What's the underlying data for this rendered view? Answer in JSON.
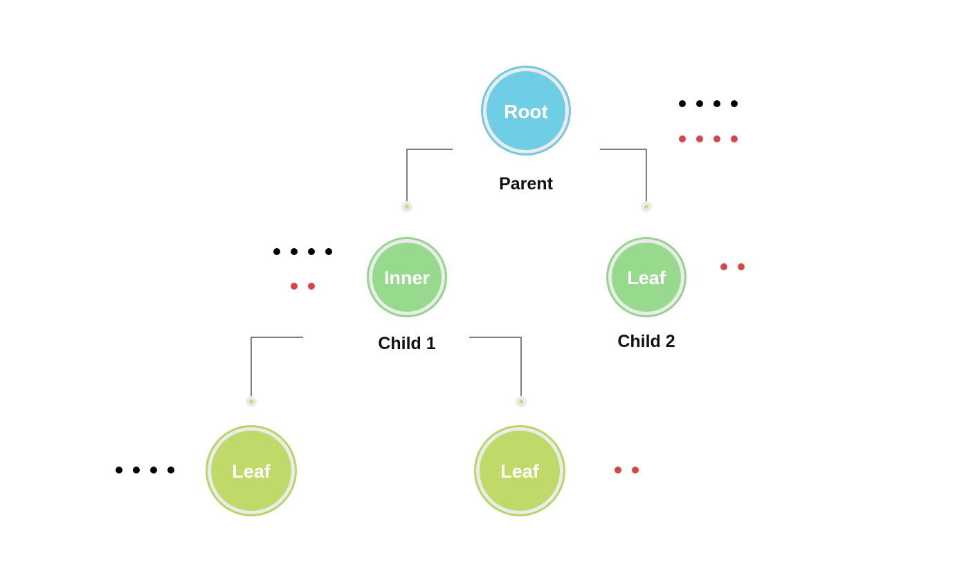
{
  "colors": {
    "root": "#70CDE6",
    "root_ring": "#6FC9E3",
    "inner": "#97D98D",
    "inner_ring": "#93D58A",
    "leaf": "#BFDA68",
    "leaf_ring": "#B9D664",
    "halo": "#E9ECEA",
    "anchor": "#BFE07A",
    "black_dot": "#000000",
    "red_dot": "#D94444"
  },
  "nodes": {
    "root": {
      "label": "Root",
      "caption": "Parent"
    },
    "inner": {
      "label": "Inner",
      "caption": "Child 1"
    },
    "leaf_right": {
      "label": "Leaf",
      "caption": "Child 2"
    },
    "leaf_bottom_left": {
      "label": "Leaf"
    },
    "leaf_bottom_right": {
      "label": "Leaf"
    }
  },
  "dot_groups": {
    "root_black": 4,
    "root_red": 4,
    "inner_black": 4,
    "inner_red": 2,
    "leaf_right_red": 2,
    "leaf_bottom_left_black": 4,
    "leaf_bottom_right_red": 2
  }
}
